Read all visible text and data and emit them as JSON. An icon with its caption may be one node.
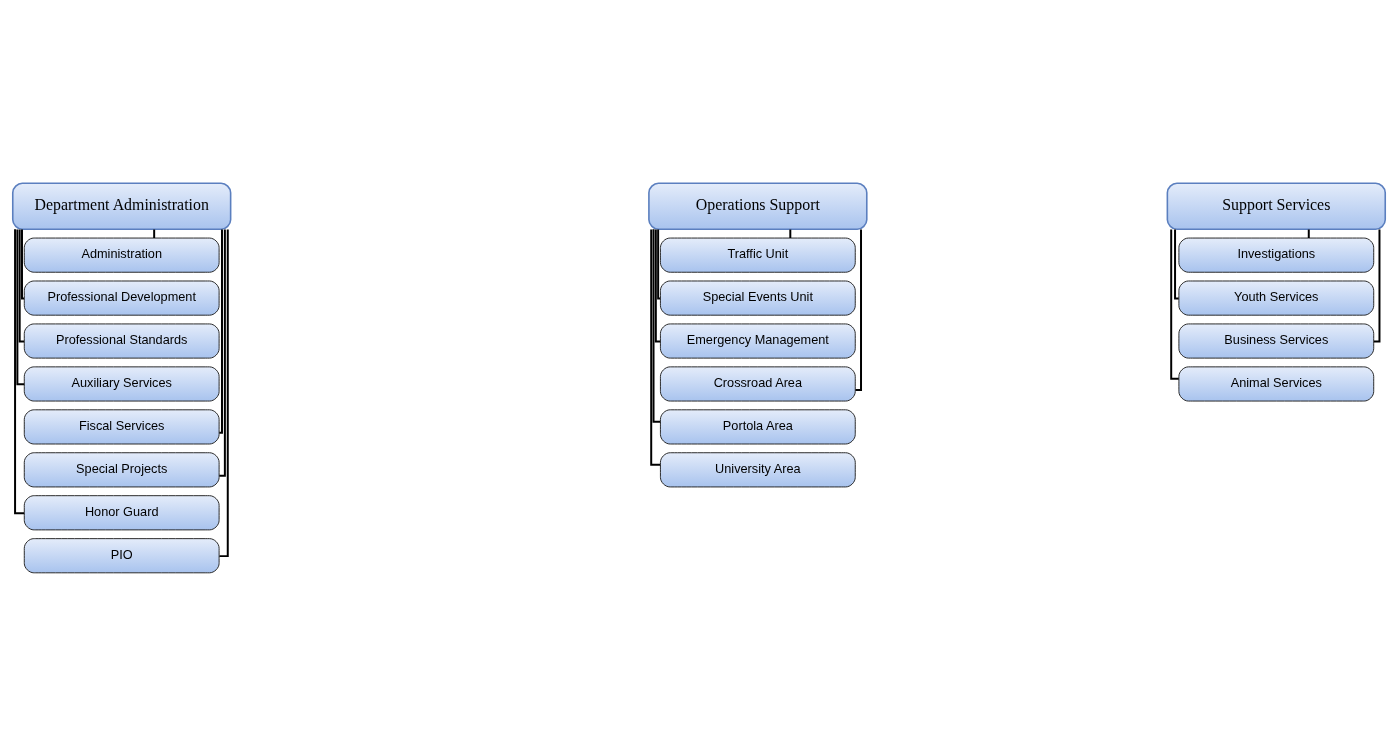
{
  "diagram": {
    "nodes": [
      {
        "text": [
          "Department Administration"
        ]
      },
      {
        "text": [
          "Administration"
        ]
      },
      {
        "text": [
          "Professional Development"
        ]
      },
      {
        "text": [
          "Professional Standards"
        ]
      },
      {
        "text": [
          "Auxiliary Services"
        ]
      },
      {
        "text": [
          "Fiscal Services"
        ]
      },
      {
        "text": [
          "Special Projects"
        ]
      },
      {
        "text": [
          "Honor Guard"
        ]
      },
      {
        "text": [
          "PIO"
        ]
      },
      {
        "text": [
          "Operations Support"
        ]
      },
      {
        "text": [
          "Traffic Unit"
        ]
      },
      {
        "text": [
          "Special Events Unit"
        ]
      },
      {
        "text": [
          "Emergency Management"
        ]
      },
      {
        "text": [
          "Crossroad Area"
        ]
      },
      {
        "text": [
          "Portola Area"
        ]
      },
      {
        "text": [
          "University Area"
        ]
      },
      {
        "text": [
          "Support Services"
        ]
      },
      {
        "text": [
          "Investigations"
        ]
      },
      {
        "text": [
          "Youth Services"
        ]
      },
      {
        "text": [
          "Business Services"
        ]
      },
      {
        "text": [
          "Animal Services"
        ]
      }
    ],
    "edges": [
      {
        "from": 0,
        "to": 1,
        "arrow": "none"
      },
      {
        "from": 0,
        "to": 2,
        "arrow": "none"
      },
      {
        "from": 0,
        "to": 3,
        "arrow": "none"
      },
      {
        "from": 0,
        "to": 4,
        "arrow": "none"
      },
      {
        "from": 0,
        "to": 5,
        "arrow": "none"
      },
      {
        "from": 0,
        "to": 6,
        "arrow": "none"
      },
      {
        "from": 0,
        "to": 7,
        "arrow": "none"
      },
      {
        "from": 0,
        "to": 8,
        "arrow": "none"
      },
      {
        "from": 9,
        "to": 10,
        "arrow": "none"
      },
      {
        "from": 9,
        "to": 11,
        "arrow": "none"
      },
      {
        "from": 9,
        "to": 12,
        "arrow": "none"
      },
      {
        "from": 9,
        "to": 13,
        "arrow": "none"
      },
      {
        "from": 9,
        "to": 14,
        "arrow": "none"
      },
      {
        "from": 9,
        "to": 15,
        "arrow": "none"
      },
      {
        "from": 16,
        "to": 17,
        "arrow": "none"
      },
      {
        "from": 16,
        "to": 18,
        "arrow": "none"
      },
      {
        "from": 16,
        "to": 19,
        "arrow": "none"
      },
      {
        "from": 16,
        "to": 20,
        "arrow": "none"
      }
    ]
  }
}
